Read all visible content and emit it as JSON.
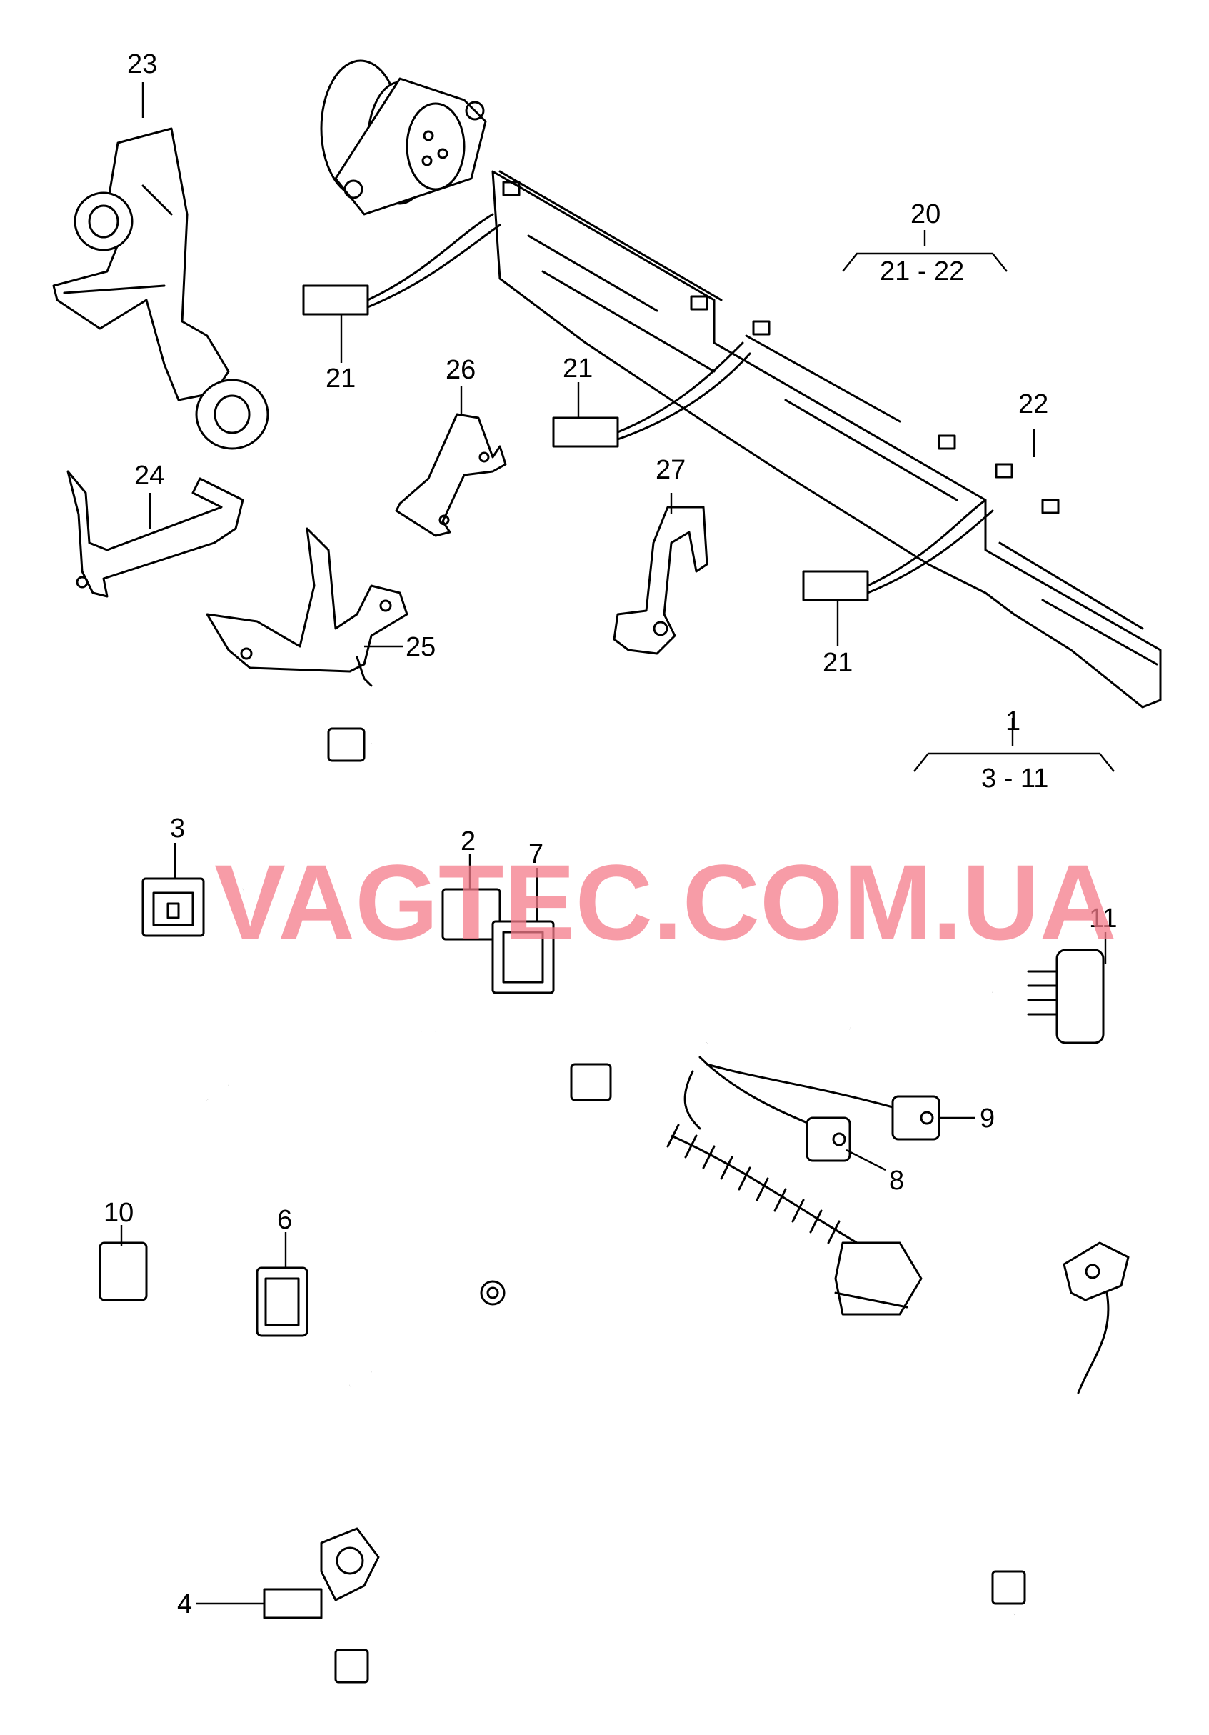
{
  "callouts": {
    "c1": "1",
    "c2": "2",
    "c3": "3",
    "c4": "4",
    "c6": "6",
    "c7": "7",
    "c8": "8",
    "c9": "9",
    "c10": "10",
    "c11": "11",
    "c20": "20",
    "c21a": "21",
    "c21b": "21",
    "c21c": "21",
    "c22": "22",
    "c23": "23",
    "c24": "24",
    "c25": "25",
    "c26": "26",
    "c27": "27"
  },
  "groups": {
    "g20_range": "21 - 22",
    "g1_range": "3 - 11"
  },
  "watermark": {
    "text": "VAGTEC.COM.UA",
    "color": "#f47b8a"
  }
}
